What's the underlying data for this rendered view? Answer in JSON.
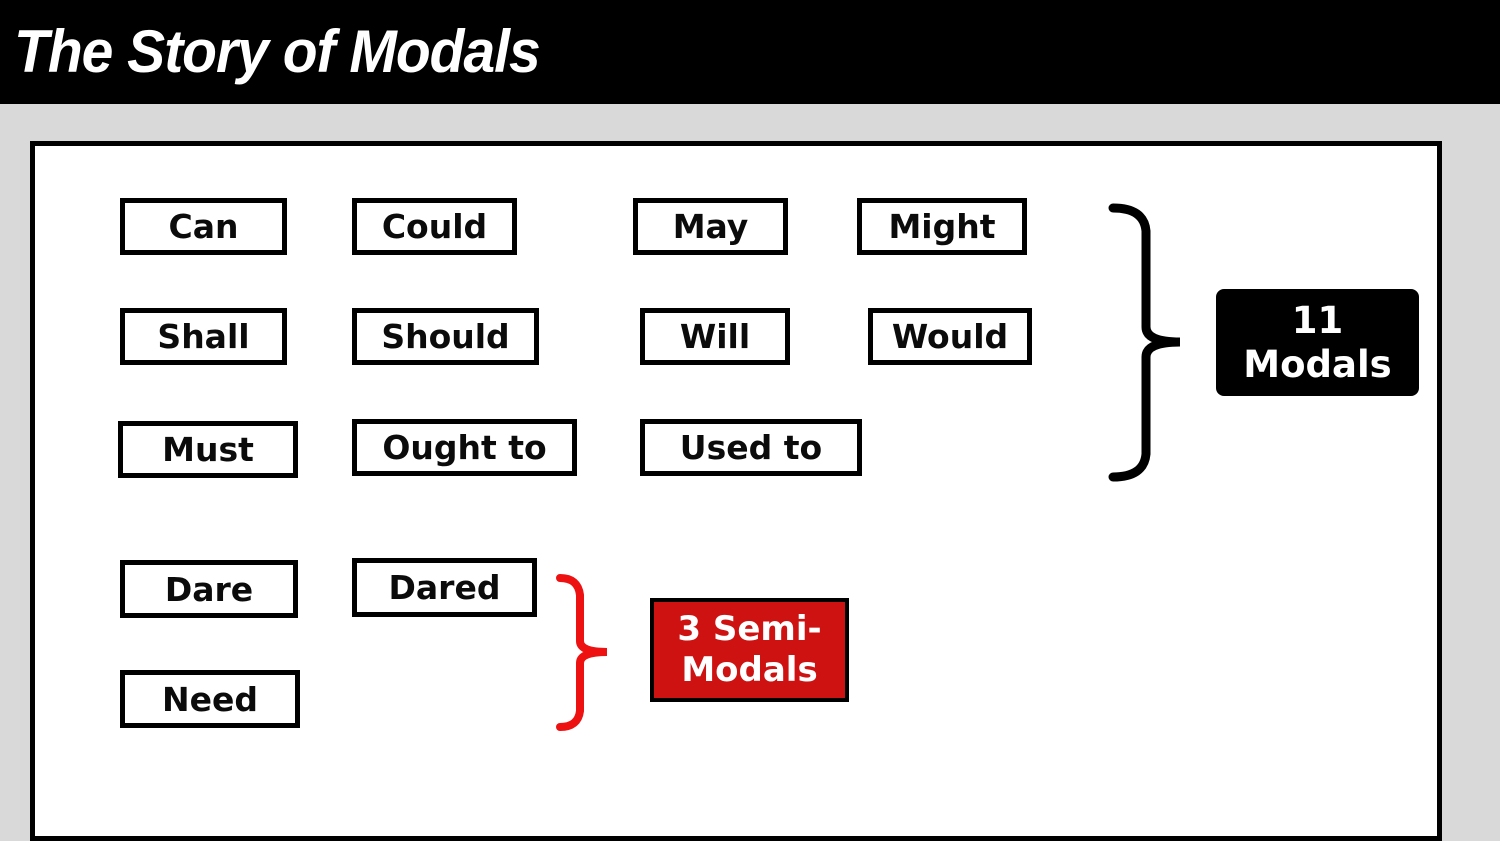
{
  "title": "The Story of Modals",
  "colors": {
    "page_background": "#d9d9d9",
    "titlebar_background": "#000000",
    "title_text": "#ffffff",
    "panel_background": "#ffffff",
    "box_border": "#000000",
    "box_text": "#0b0b0b",
    "modals_badge_background": "#000000",
    "semi_modals_badge_background": "#ce1212",
    "black_brace": "#000000",
    "red_brace": "#ee1111"
  },
  "boxes": [
    {
      "label": "Can"
    },
    {
      "label": "Could"
    },
    {
      "label": "May"
    },
    {
      "label": "Might"
    },
    {
      "label": "Shall"
    },
    {
      "label": "Should"
    },
    {
      "label": "Will"
    },
    {
      "label": "Would"
    },
    {
      "label": "Must"
    },
    {
      "label": "Ought to"
    },
    {
      "label": "Used to"
    },
    {
      "label": "Dare"
    },
    {
      "label": "Dared"
    },
    {
      "label": "Need"
    }
  ],
  "badges": {
    "modals": {
      "line1": "11",
      "line2": "Modals"
    },
    "semi": {
      "line1": "3 Semi-",
      "line2": "Modals"
    }
  }
}
